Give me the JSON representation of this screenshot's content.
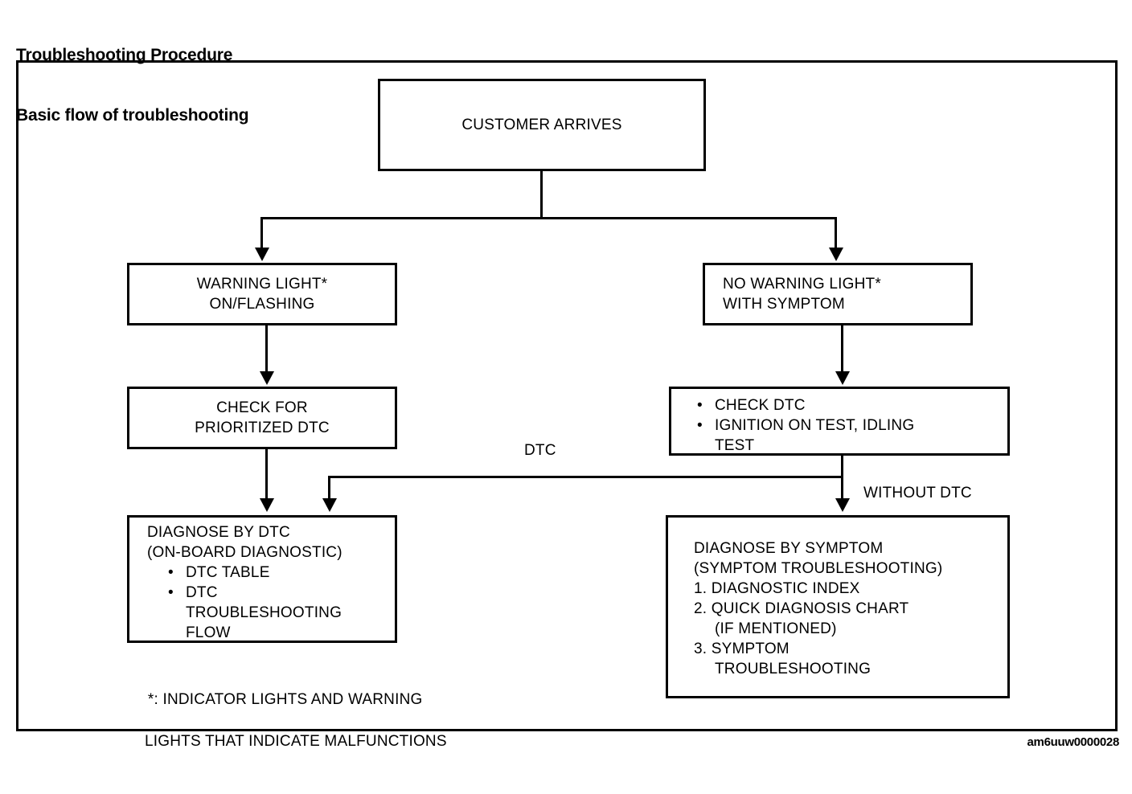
{
  "document": {
    "title_line1": "Troubleshooting Procedure",
    "title_line2": "Basic flow of troubleshooting",
    "figure_code": "am6uuw0000028"
  },
  "diagram": {
    "type": "flowchart",
    "orientation": "top-down",
    "nodes": {
      "customer_arrives": {
        "id": "customer-arrives",
        "label": "CUSTOMER ARRIVES"
      },
      "warning_light": {
        "id": "warning-light-on-flashing",
        "line1": "WARNING LIGHT*",
        "line2": "ON/FLASHING"
      },
      "no_warning_light": {
        "id": "no-warning-light-with-symptom",
        "line1": "NO WARNING LIGHT*",
        "line2": "WITH SYMPTOM"
      },
      "check_prioritized_dtc": {
        "id": "check-for-prioritized-dtc",
        "line1": "CHECK FOR",
        "line2": "PRIORITIZED DTC"
      },
      "check_dtc_tests": {
        "id": "check-dtc-ignition-idling-test",
        "items": [
          {
            "text": "CHECK DTC",
            "bullet": true
          },
          {
            "text": "IGNITION ON TEST, IDLING",
            "bullet": true
          },
          {
            "text": "TEST",
            "bullet": false,
            "indent": true
          }
        ]
      },
      "diagnose_by_dtc": {
        "id": "diagnose-by-dtc",
        "heading1": "DIAGNOSE BY DTC",
        "heading2": "(ON-BOARD DIAGNOSTIC)",
        "items": [
          {
            "text": "DTC TABLE",
            "bullet": true
          },
          {
            "text": "DTC",
            "bullet": true
          },
          {
            "text": "TROUBLESHOOTING",
            "bullet": false,
            "indent": true
          },
          {
            "text": "FLOW",
            "bullet": false,
            "indent": true
          }
        ]
      },
      "diagnose_by_symptom": {
        "id": "diagnose-by-symptom",
        "heading1": "DIAGNOSE BY SYMPTOM",
        "heading2": "(SYMPTOM TROUBLESHOOTING)",
        "items": [
          {
            "text": "1. DIAGNOSTIC INDEX",
            "indent": false
          },
          {
            "text": "2. QUICK DIAGNOSIS CHART",
            "indent": false
          },
          {
            "text": "(IF MENTIONED)",
            "indent": true
          },
          {
            "text": "3. SYMPTOM",
            "indent": false
          },
          {
            "text": "TROUBLESHOOTING",
            "indent": true
          }
        ]
      }
    },
    "edge_labels": {
      "dtc": "DTC",
      "without_dtc": "WITHOUT DTC"
    },
    "footnote": {
      "line1": "*: INDICATOR LIGHTS AND WARNING",
      "line2": "LIGHTS THAT INDICATE MALFUNCTIONS"
    }
  },
  "colors": {
    "ink": "#000000",
    "paper": "#ffffff"
  }
}
